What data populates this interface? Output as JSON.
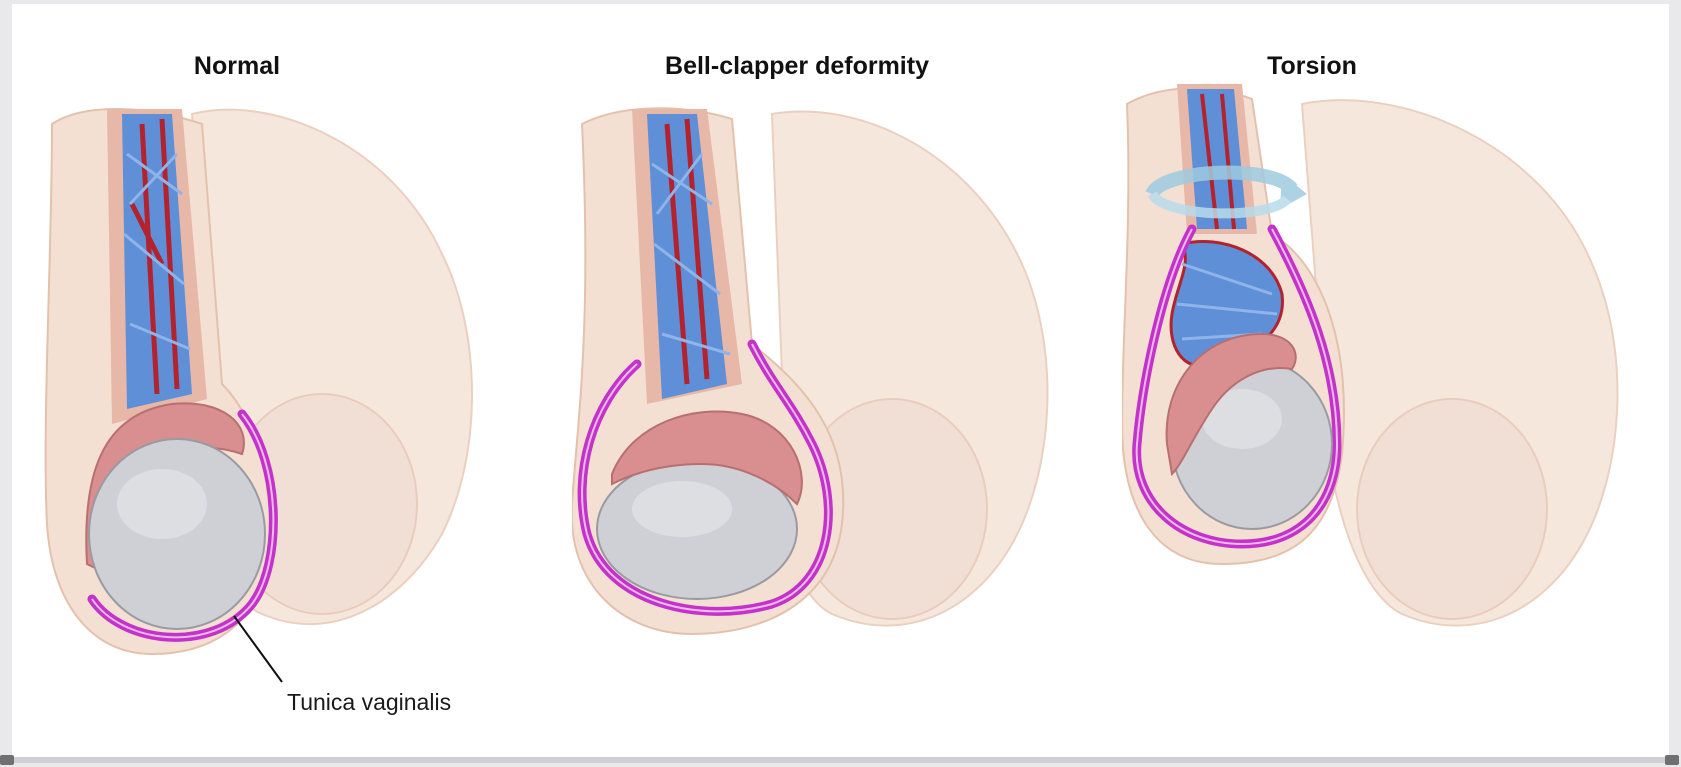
{
  "panels": [
    {
      "title": "Normal"
    },
    {
      "title": "Bell-clapper deformity"
    },
    {
      "title": "Torsion"
    }
  ],
  "callout": {
    "label": "Tunica vaginalis"
  },
  "colors": {
    "skin": "#f3e0d3",
    "skin_shadow": "#e8c9b6",
    "tunica": "#c233c8",
    "testis": "#cfd0d6",
    "epididymis": "#d98f8f",
    "vein": "#5f8fd6",
    "artery": "#b3232d",
    "rotation_arrow": "#9ecbe0"
  },
  "icons": {
    "rotation": "rotation-arrow-icon"
  }
}
